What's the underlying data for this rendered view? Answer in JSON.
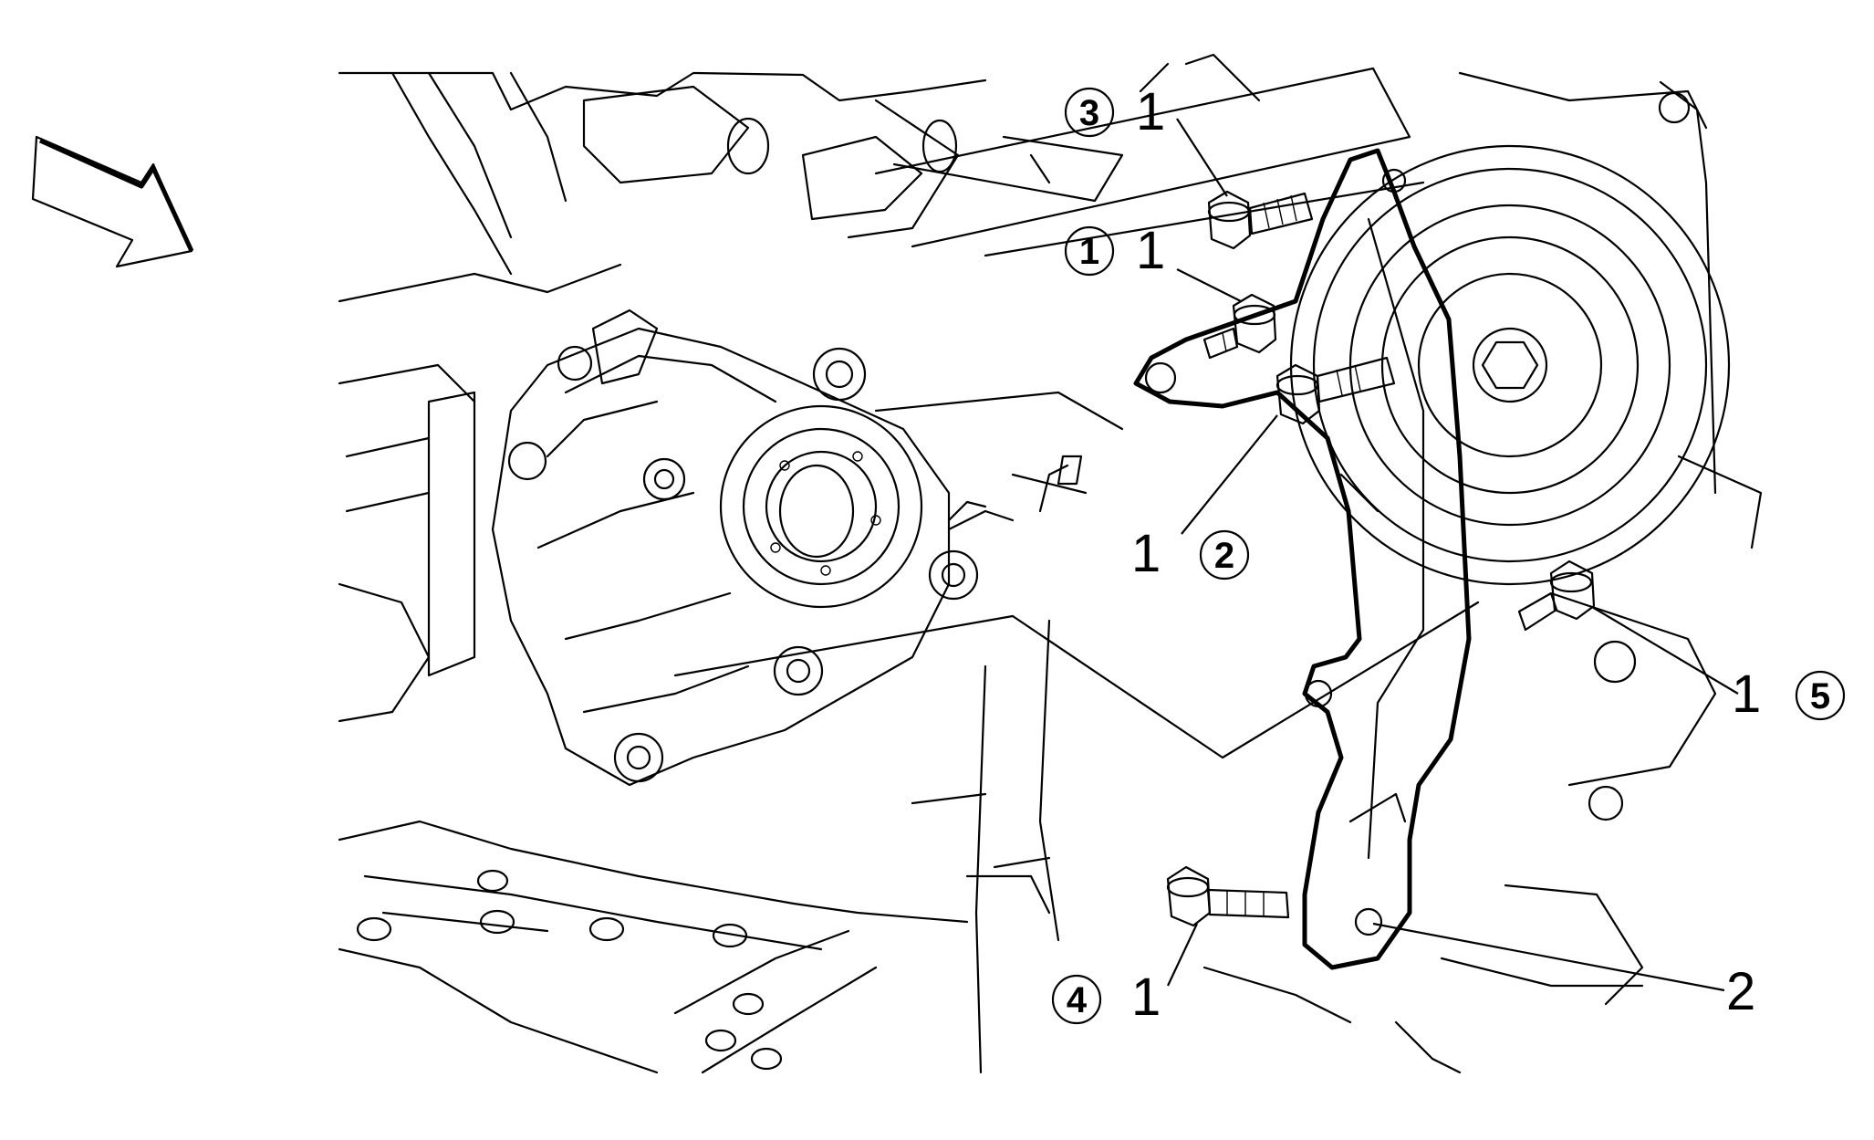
{
  "figure": {
    "view_direction": "arrow-icon",
    "callouts": [
      {
        "id": "bolt-top",
        "label": "1",
        "sequence": "3"
      },
      {
        "id": "bolt-upper",
        "label": "1",
        "sequence": "1"
      },
      {
        "id": "bolt-middle",
        "label": "1",
        "sequence": "2"
      },
      {
        "id": "bolt-right",
        "label": "1",
        "sequence": "5"
      },
      {
        "id": "bolt-lower",
        "label": "1",
        "sequence": "4"
      },
      {
        "id": "bracket",
        "label": "2"
      }
    ]
  }
}
